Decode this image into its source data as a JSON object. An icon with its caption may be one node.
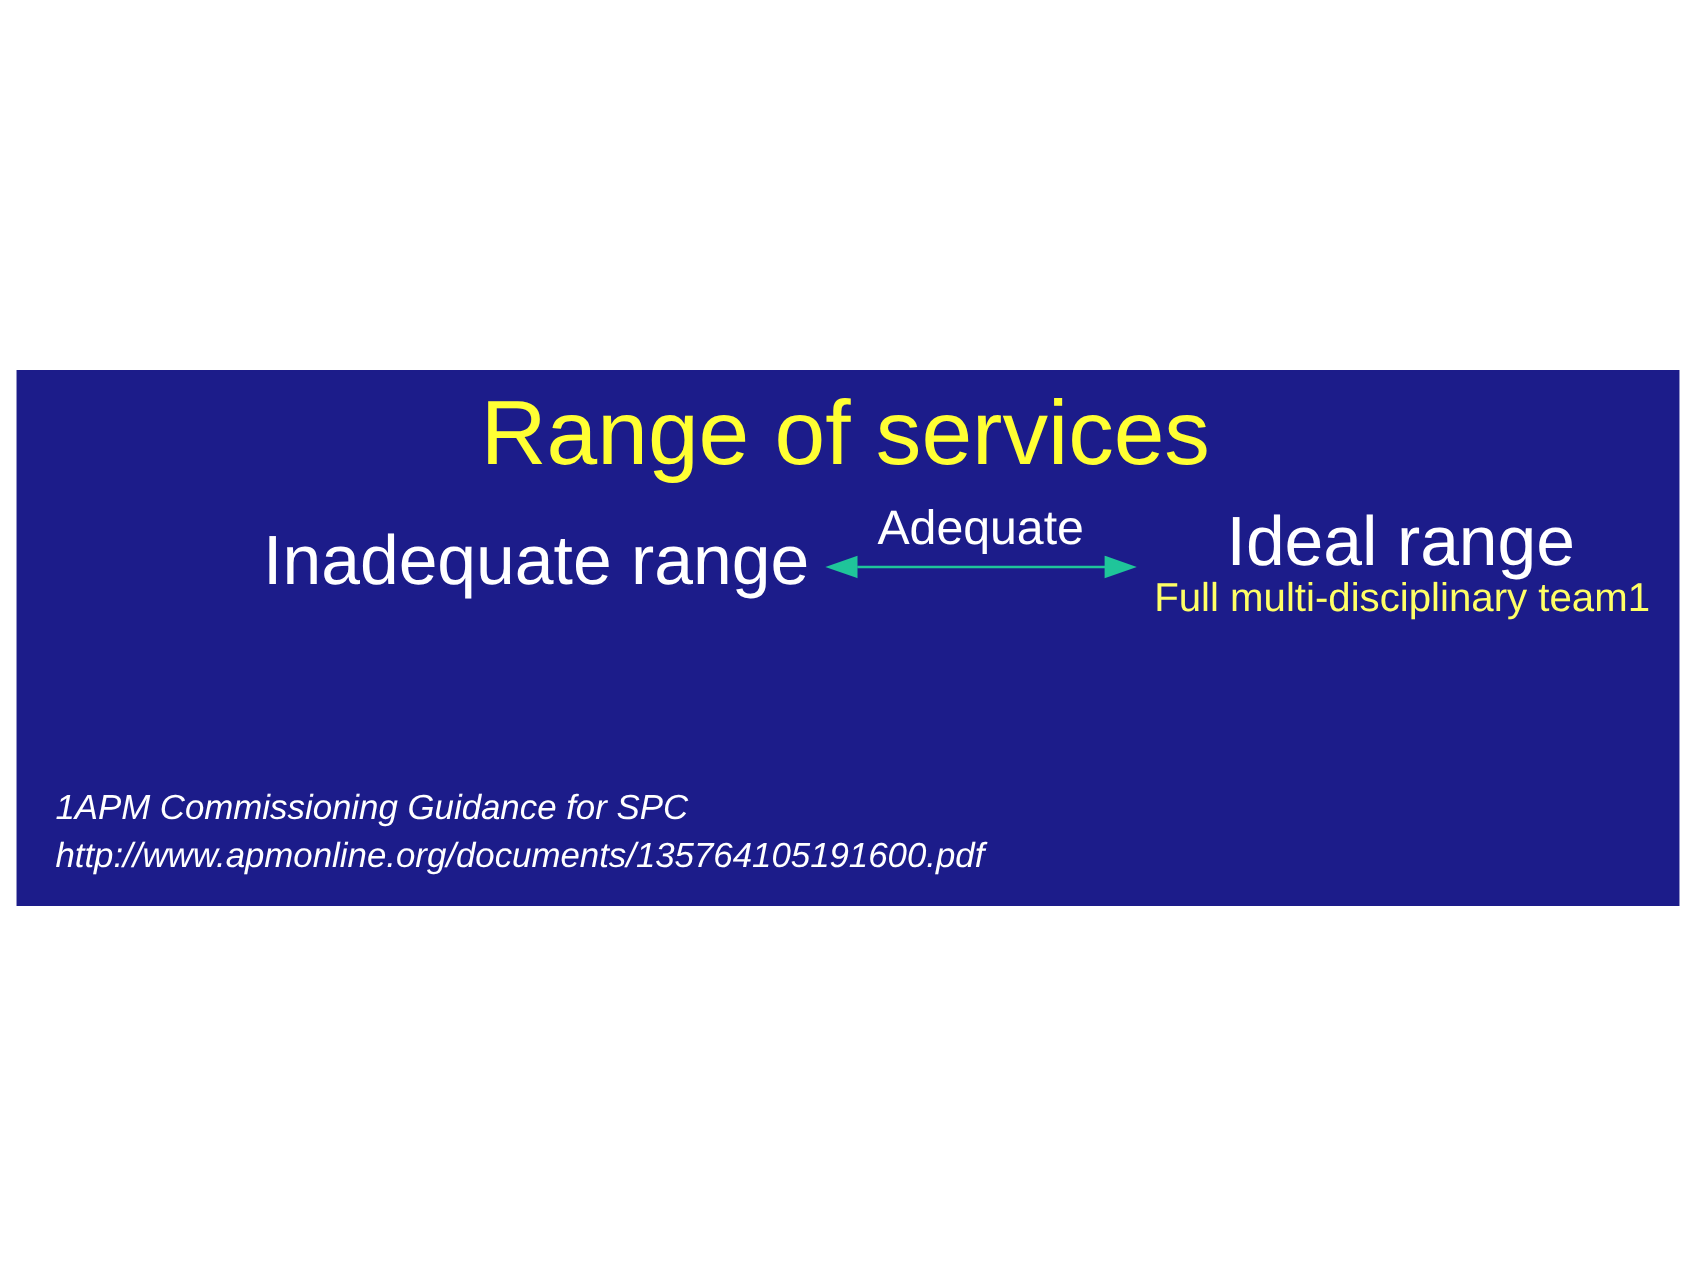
{
  "diagram": {
    "title": "Range of services",
    "nodes": [
      {
        "text": [
          "Inadequate range"
        ]
      },
      {
        "text": [
          "Ideal range"
        ],
        "beside": [
          "Full multi-disciplinary team1"
        ]
      }
    ],
    "edges": [
      {
        "from": 0,
        "to": 1,
        "arrow": "both",
        "label": "Adequate",
        "color": "#1fc59a"
      }
    ],
    "labels": [
      "1APM Commissioning Guidance for SPC",
      "http://www.apmonline.org/documents/135764105191600.pdf"
    ]
  }
}
